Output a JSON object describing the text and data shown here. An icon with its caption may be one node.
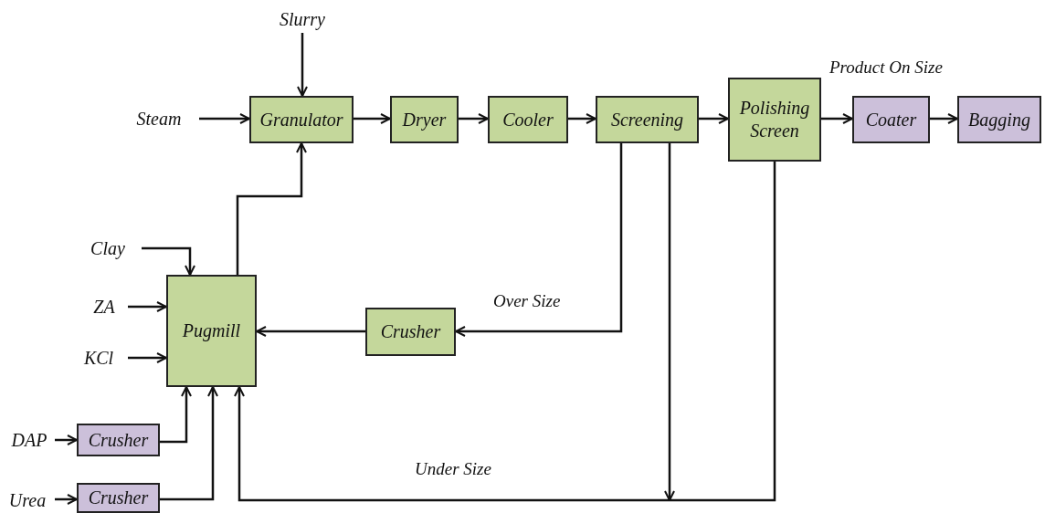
{
  "diagram": {
    "nodes": [
      {
        "text": [
          "Slurry"
        ]
      },
      {
        "text": [
          "Steam"
        ]
      },
      {
        "text": [
          "Granulator"
        ]
      },
      {
        "text": [
          "Dryer"
        ]
      },
      {
        "text": [
          "Cooler"
        ]
      },
      {
        "text": [
          "Screening"
        ]
      },
      {
        "text": [
          "Polishing Screen"
        ]
      },
      {
        "text": [
          "Coater"
        ]
      },
      {
        "text": [
          "Bagging"
        ]
      },
      {
        "text": [
          "Clay"
        ]
      },
      {
        "text": [
          "ZA"
        ]
      },
      {
        "text": [
          "KCl"
        ]
      },
      {
        "text": [
          "Pugmill"
        ]
      },
      {
        "text": [
          "Crusher"
        ]
      },
      {
        "text": [
          "DAP"
        ]
      },
      {
        "text": [
          "Crusher"
        ]
      },
      {
        "text": [
          "Urea"
        ]
      },
      {
        "text": [
          "Crusher"
        ]
      }
    ],
    "edges": [
      {
        "from": 0,
        "to": 2,
        "arrow": "to"
      },
      {
        "from": 1,
        "to": 2,
        "arrow": "to"
      },
      {
        "from": 2,
        "to": 3,
        "arrow": "to"
      },
      {
        "from": 3,
        "to": 4,
        "arrow": "to"
      },
      {
        "from": 4,
        "to": 5,
        "arrow": "to"
      },
      {
        "from": 5,
        "to": 6,
        "arrow": "to"
      },
      {
        "from": 6,
        "to": 7,
        "arrow": "to",
        "label": "Product On Size"
      },
      {
        "from": 7,
        "to": 8,
        "arrow": "to"
      },
      {
        "from": 12,
        "to": 2,
        "arrow": "to"
      },
      {
        "from": 9,
        "to": 12,
        "arrow": "to"
      },
      {
        "from": 10,
        "to": 12,
        "arrow": "to"
      },
      {
        "from": 11,
        "to": 12,
        "arrow": "to"
      },
      {
        "from": 5,
        "to": 13,
        "arrow": "to",
        "label": "Over Size"
      },
      {
        "from": 13,
        "to": 12,
        "arrow": "to"
      },
      {
        "from": 14,
        "to": 15,
        "arrow": "to"
      },
      {
        "from": 15,
        "to": 12,
        "arrow": "to"
      },
      {
        "from": 16,
        "to": 17,
        "arrow": "to"
      },
      {
        "from": 17,
        "to": 12,
        "arrow": "to"
      },
      {
        "from": 5,
        "to": 12,
        "arrow": "to"
      },
      {
        "from": 6,
        "to": 12,
        "arrow": "to",
        "label": "Under Size"
      }
    ]
  }
}
